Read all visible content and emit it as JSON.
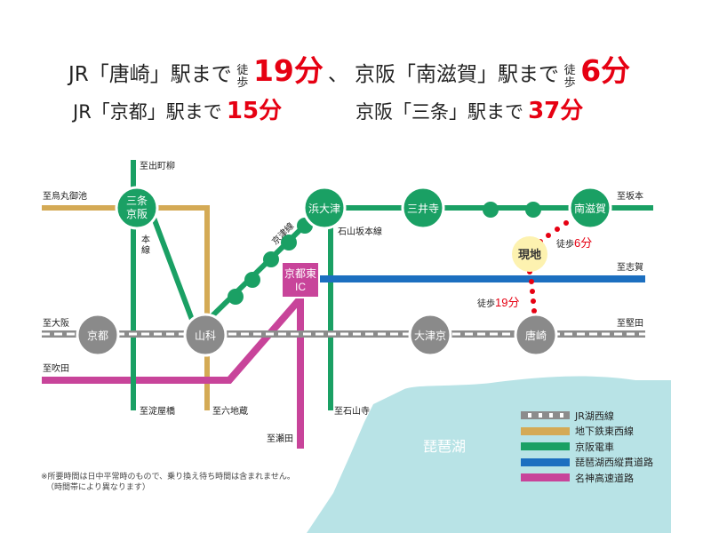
{
  "header": {
    "line1a": {
      "prefix": "JR「唐崎」駅まで",
      "walk": [
        "徒",
        "歩"
      ],
      "time": "19分",
      "sep": "、"
    },
    "line1b": {
      "prefix": "京阪「南滋賀」駅まで",
      "walk": [
        "徒",
        "歩"
      ],
      "time": "6分"
    },
    "line2a": {
      "prefix": "JR「京都」駅まで",
      "time": "15分"
    },
    "line2b": {
      "prefix": "京阪「三条」駅まで",
      "time": "37分"
    }
  },
  "stations": {
    "sanjo": [
      "三条",
      "京阪"
    ],
    "hamaotsu": "浜大津",
    "miidera": "三井寺",
    "minamishiga": "南滋賀",
    "kyoto": "京都",
    "yamashina": "山科",
    "otsukyo": "大津京",
    "karasaki": "唐崎",
    "genchi": "現地",
    "ic": [
      "京都東",
      "IC"
    ]
  },
  "directions": {
    "demachiyanagi": "至出町柳",
    "karasumaoike": "至烏丸御池",
    "sakamoto": "至坂本",
    "shiga": "至志賀",
    "osaka": "至大阪",
    "katata": "至堅田",
    "suita": "至吹田",
    "yodoyabashi": "至淀屋橋",
    "rokujizo": "至六地蔵",
    "ishiyamadera": "至石山寺",
    "seta": "至瀬田"
  },
  "line_labels": {
    "honsen": [
      "本",
      "線"
    ],
    "keishinsen": "京津線",
    "ishiyama_sakamoto": "石山坂本線"
  },
  "walk_labels": {
    "to_minamishiga": {
      "prefix": "徒歩",
      "time": "6分"
    },
    "to_karasaki": {
      "prefix": "徒歩",
      "time": "19分"
    }
  },
  "lake": "琵琶湖",
  "legend": [
    {
      "label": "JR湖西線",
      "color": "#8c8c8c",
      "style": "dashed"
    },
    {
      "label": "地下鉄東西線",
      "color": "#d4aa55"
    },
    {
      "label": "京阪電車",
      "color": "#1aa064"
    },
    {
      "label": "琵琶湖西縦貫道路",
      "color": "#1c6fc0"
    },
    {
      "label": "名神高速道路",
      "color": "#c8449a"
    }
  ],
  "notes": [
    "※所要時間は日中平常時のもので、乗り換え待ち時間は含まれません。",
    "（時間帯により異なります）"
  ],
  "colors": {
    "keihan": "#1aa064",
    "subway": "#d4aa55",
    "jr": "#8c8c8c",
    "kosei_road": "#1c6fc0",
    "meishin": "#c8449a",
    "lake": "#b8e3e6",
    "walk_route": "#e60012",
    "accent": "#e60012"
  }
}
